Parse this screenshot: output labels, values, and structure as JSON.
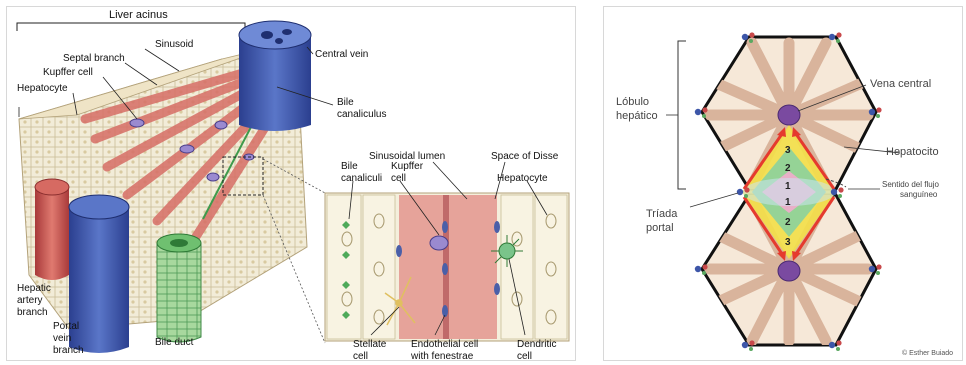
{
  "left_diagram": {
    "labels": {
      "liver_acinus": "Liver acinus",
      "sinusoid": "Sinusoid",
      "septal_branch": "Septal branch",
      "kupffer_cell": "Kupffer cell",
      "hepatocyte": "Hepatocyte",
      "central_vein": "Central vein",
      "bile_canaliculus_line1": "Bile",
      "bile_canaliculus_line2": "canaliculus",
      "hepatic_artery_line1": "Hepatic",
      "hepatic_artery_line2": "artery",
      "hepatic_artery_line3": "branch",
      "portal_vein_line1": "Portal",
      "portal_vein_line2": "vein",
      "portal_vein_line3": "branch",
      "bile_duct": "Bile duct"
    },
    "inset_labels": {
      "sinusoidal_lumen": "Sinusoidal lumen",
      "space_of_disse": "Space of Disse",
      "bile_canaliculi_line1": "Bile",
      "bile_canaliculi_line2": "canaliculi",
      "kupffer_line1": "Kupffer",
      "kupffer_line2": "cell",
      "hepatocyte": "Hepatocyte",
      "stellate_line1": "Stellate",
      "stellate_line2": "cell",
      "endothelial_line1": "Endothelial cell",
      "endothelial_line2": "with fenestrae",
      "dendritic_line1": "Dendritic",
      "dendritic_line2": "cell"
    }
  },
  "right_diagram": {
    "labels": {
      "lobulo_line1": "Lóbulo",
      "lobulo_line2": "hepático",
      "vena_central": "Vena central",
      "hepatocito": "Hepatocito",
      "sentido_line1": "Sentido del flujo",
      "sentido_line2": "sanguíneo",
      "triada_line1": "Tríada",
      "triada_line2": "portal",
      "credit": "© Esther Buiado"
    },
    "zones_upper": [
      "3",
      "2",
      "1"
    ],
    "zones_lower": [
      "1",
      "2",
      "3"
    ]
  },
  "colors": {
    "hepatocyte_plate": "#d9b49c",
    "lobule_fill": "#f6e8d8",
    "vein_blue": "#3d56a8",
    "artery_red": "#c8484a",
    "central_vein_purple": "#7a4aa0",
    "zone3_yellow": "#f3df48",
    "zone2_green": "#8fd29a",
    "zone1_pink": "#e8b0c8",
    "flow_arrow_red": "#e53a2e"
  }
}
